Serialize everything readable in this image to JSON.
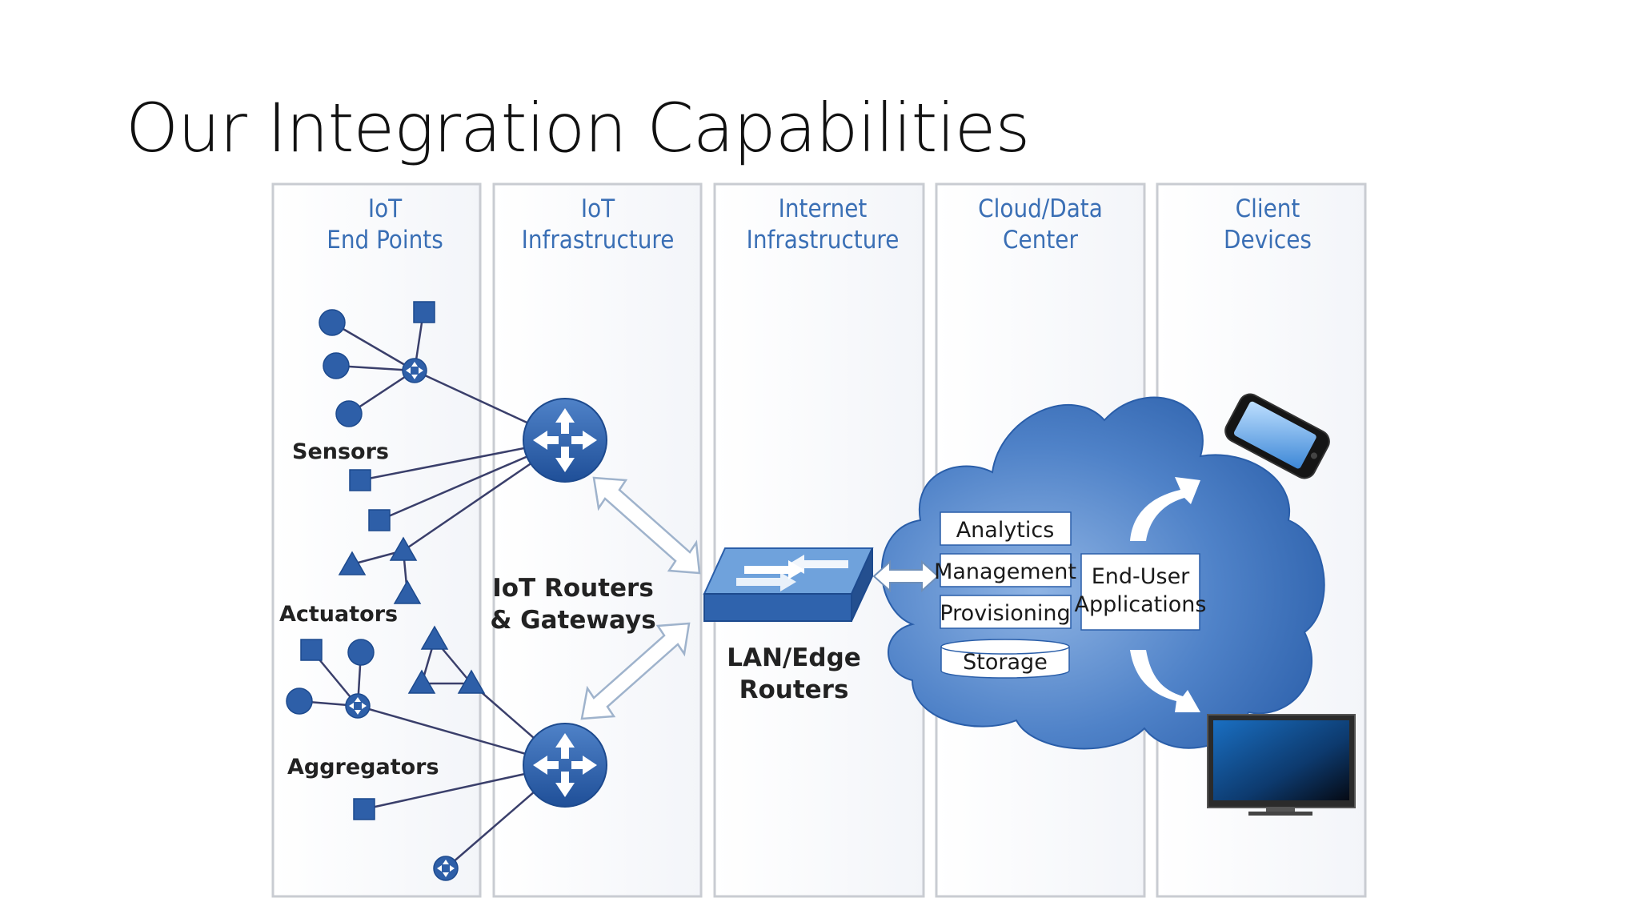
{
  "slide": {
    "title": "Our Integration Capabilities"
  },
  "columns": [
    {
      "line1": "IoT",
      "line2": "End Points"
    },
    {
      "line1": "IoT",
      "line2": "Infrastructure"
    },
    {
      "line1": "Internet",
      "line2": "Infrastructure"
    },
    {
      "line1": "Cloud/Data",
      "line2": "Center"
    },
    {
      "line1": "Client",
      "line2": "Devices"
    }
  ],
  "endpoints": {
    "sensors": "Sensors",
    "actuators": "Actuators",
    "aggregators": "Aggregators"
  },
  "routers": {
    "line1": "IoT Routers",
    "line2": "& Gateways"
  },
  "lan": {
    "line1": "LAN/Edge",
    "line2": "Routers"
  },
  "cloud": {
    "services": [
      "Analytics",
      "Management",
      "Provisioning"
    ],
    "storage": "Storage",
    "apps_line1": "End-User",
    "apps_line2": "Applications"
  },
  "colors": {
    "accent": "#3a6fb5",
    "node": "#2e5fa8",
    "cloud_dark": "#2a5ea9",
    "cloud_light": "#6a9ad6"
  },
  "icons": [
    "router-icon",
    "switch-icon",
    "cloud-icon",
    "smartphone-icon",
    "monitor-icon"
  ]
}
